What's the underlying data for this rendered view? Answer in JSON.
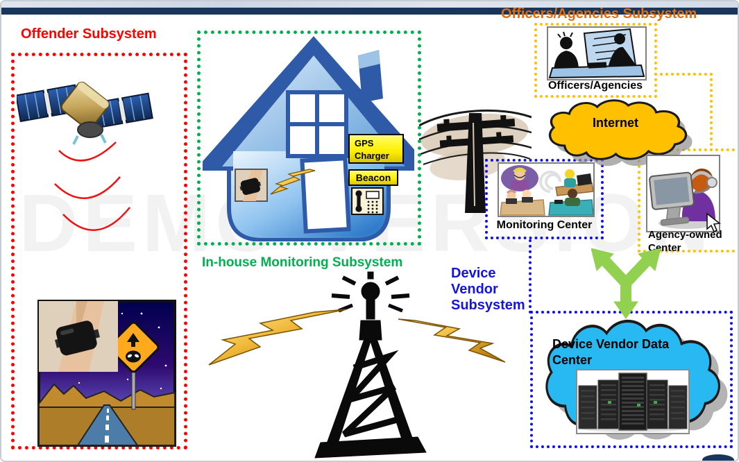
{
  "watermark": "DEMO VERSION",
  "titles": {
    "offender": "Offender Subsystem",
    "inhouse": "In-house Monitoring Subsystem",
    "officers": "Officers/Agencies Subsystem",
    "vendor": "Device Vendor Subsystem"
  },
  "labels": {
    "officers_agencies": "Officers/Agencies",
    "internet": "Internet",
    "monitoring_center": "Monitoring Center",
    "agency_center": "Agency-owned Center",
    "data_center": "Device Vendor Data Center",
    "gps_charger": "GPS Charger",
    "beacon": "Beacon"
  },
  "colors": {
    "offender_accent": "#FF0000",
    "inhouse_accent": "#00B050",
    "officers_title": "#E36C0A",
    "officers_border": "#FFC000",
    "vendor_text": "#1414DC",
    "vendor_border": "#1010EE",
    "internet_cloud": "#FFC000",
    "datacenter_cloud": "#29B9F2",
    "arrow_green": "#92D050",
    "top_bar": "#17365D"
  },
  "icons": {
    "satellite-icon": "GPS satellite",
    "signal-waves-icon": "radio signal arcs",
    "ankle-monitor-photo": "ankle bracelet on leg",
    "desert-road-image": "night desert road with alien sign",
    "house-icon": "monitored house",
    "phone-icon": "landline phone unit",
    "lightning-bolt-icon": "wireless transmission bolt",
    "utility-pole-icon": "telephone line pole",
    "radio-tower-icon": "cellular radio tower",
    "officers-clipart": "officers working at desk",
    "monitoring-center-clipart": "call-center operators",
    "agency-operator-clipart": "operator with headset at monitor",
    "server-rack-image": "data center server racks",
    "cloud-icon": "network cloud",
    "y-arrow-icon": "three-way green arrow",
    "mouse-cursor": "pointer cursor"
  }
}
